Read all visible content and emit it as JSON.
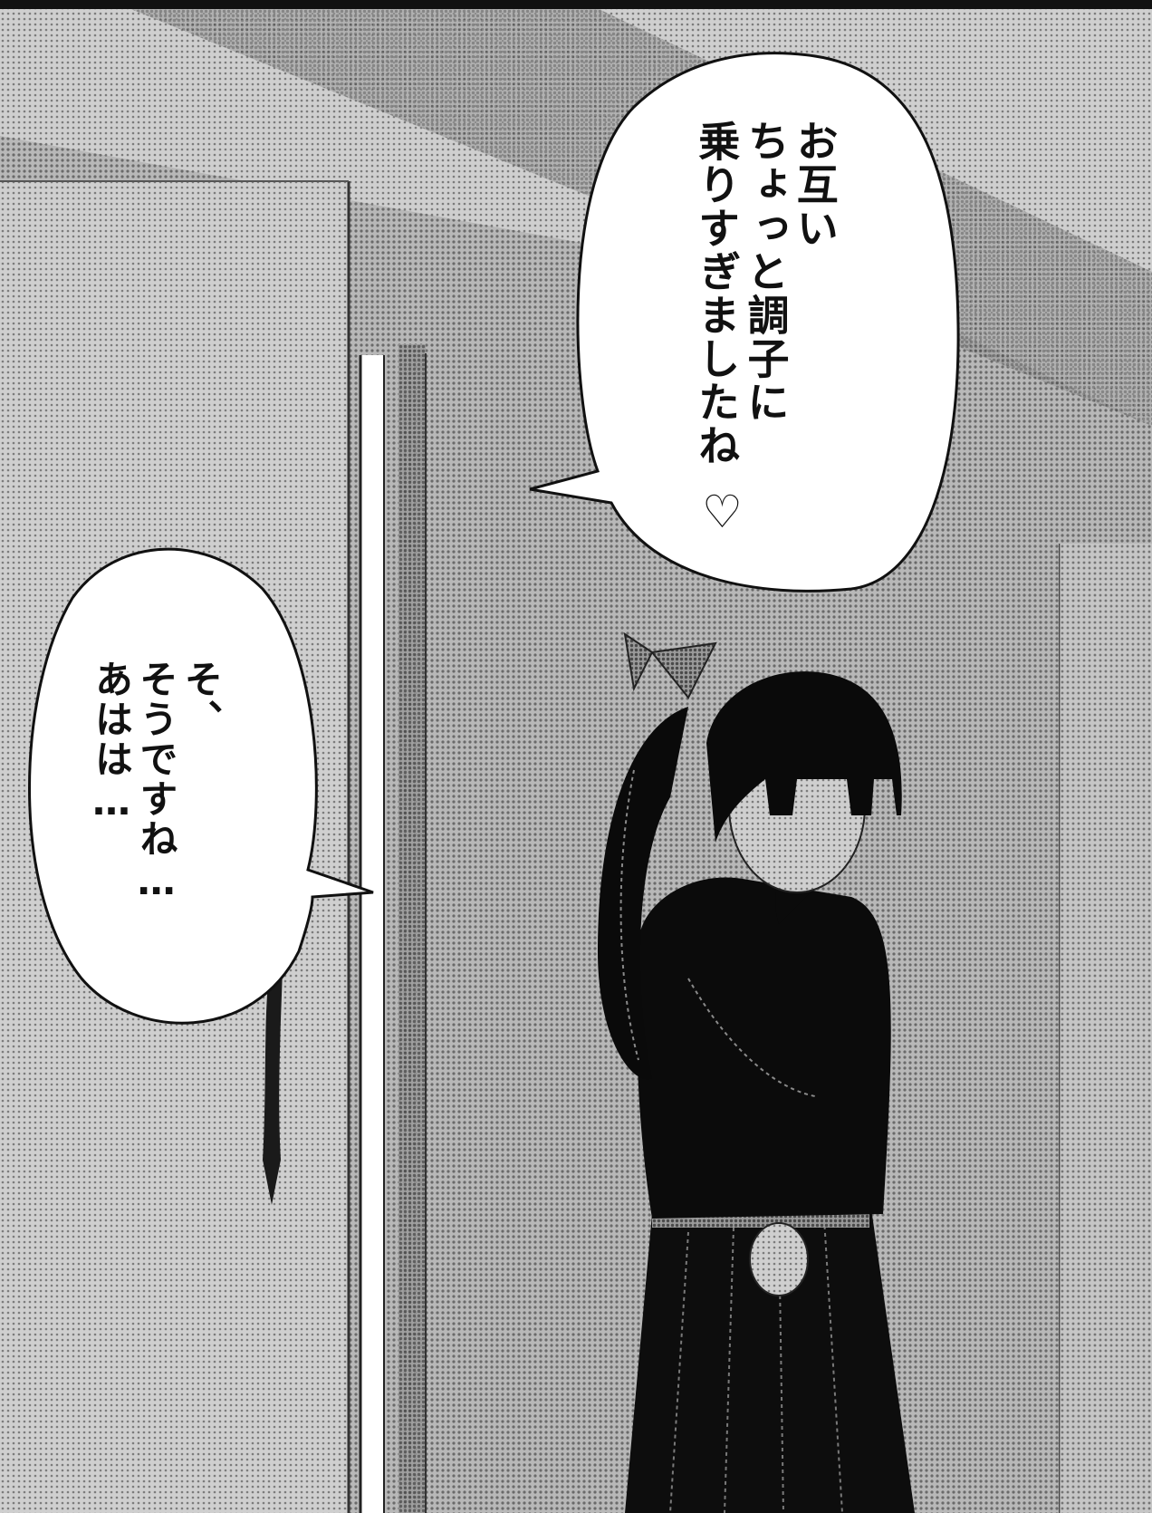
{
  "panel": {
    "bubble_top_right": {
      "lines": [
        "お互い",
        "ちょっと調子に",
        "乗りすぎましたね"
      ],
      "heart_glyph": "♡"
    },
    "bubble_left": {
      "lines": [
        "そ、",
        "そうですね…",
        "あはは…"
      ]
    }
  },
  "colors": {
    "screentone_light": "#b4b4b4",
    "screentone_dark": "#8a8a8a",
    "ink": "#111111",
    "paper": "#ffffff"
  }
}
